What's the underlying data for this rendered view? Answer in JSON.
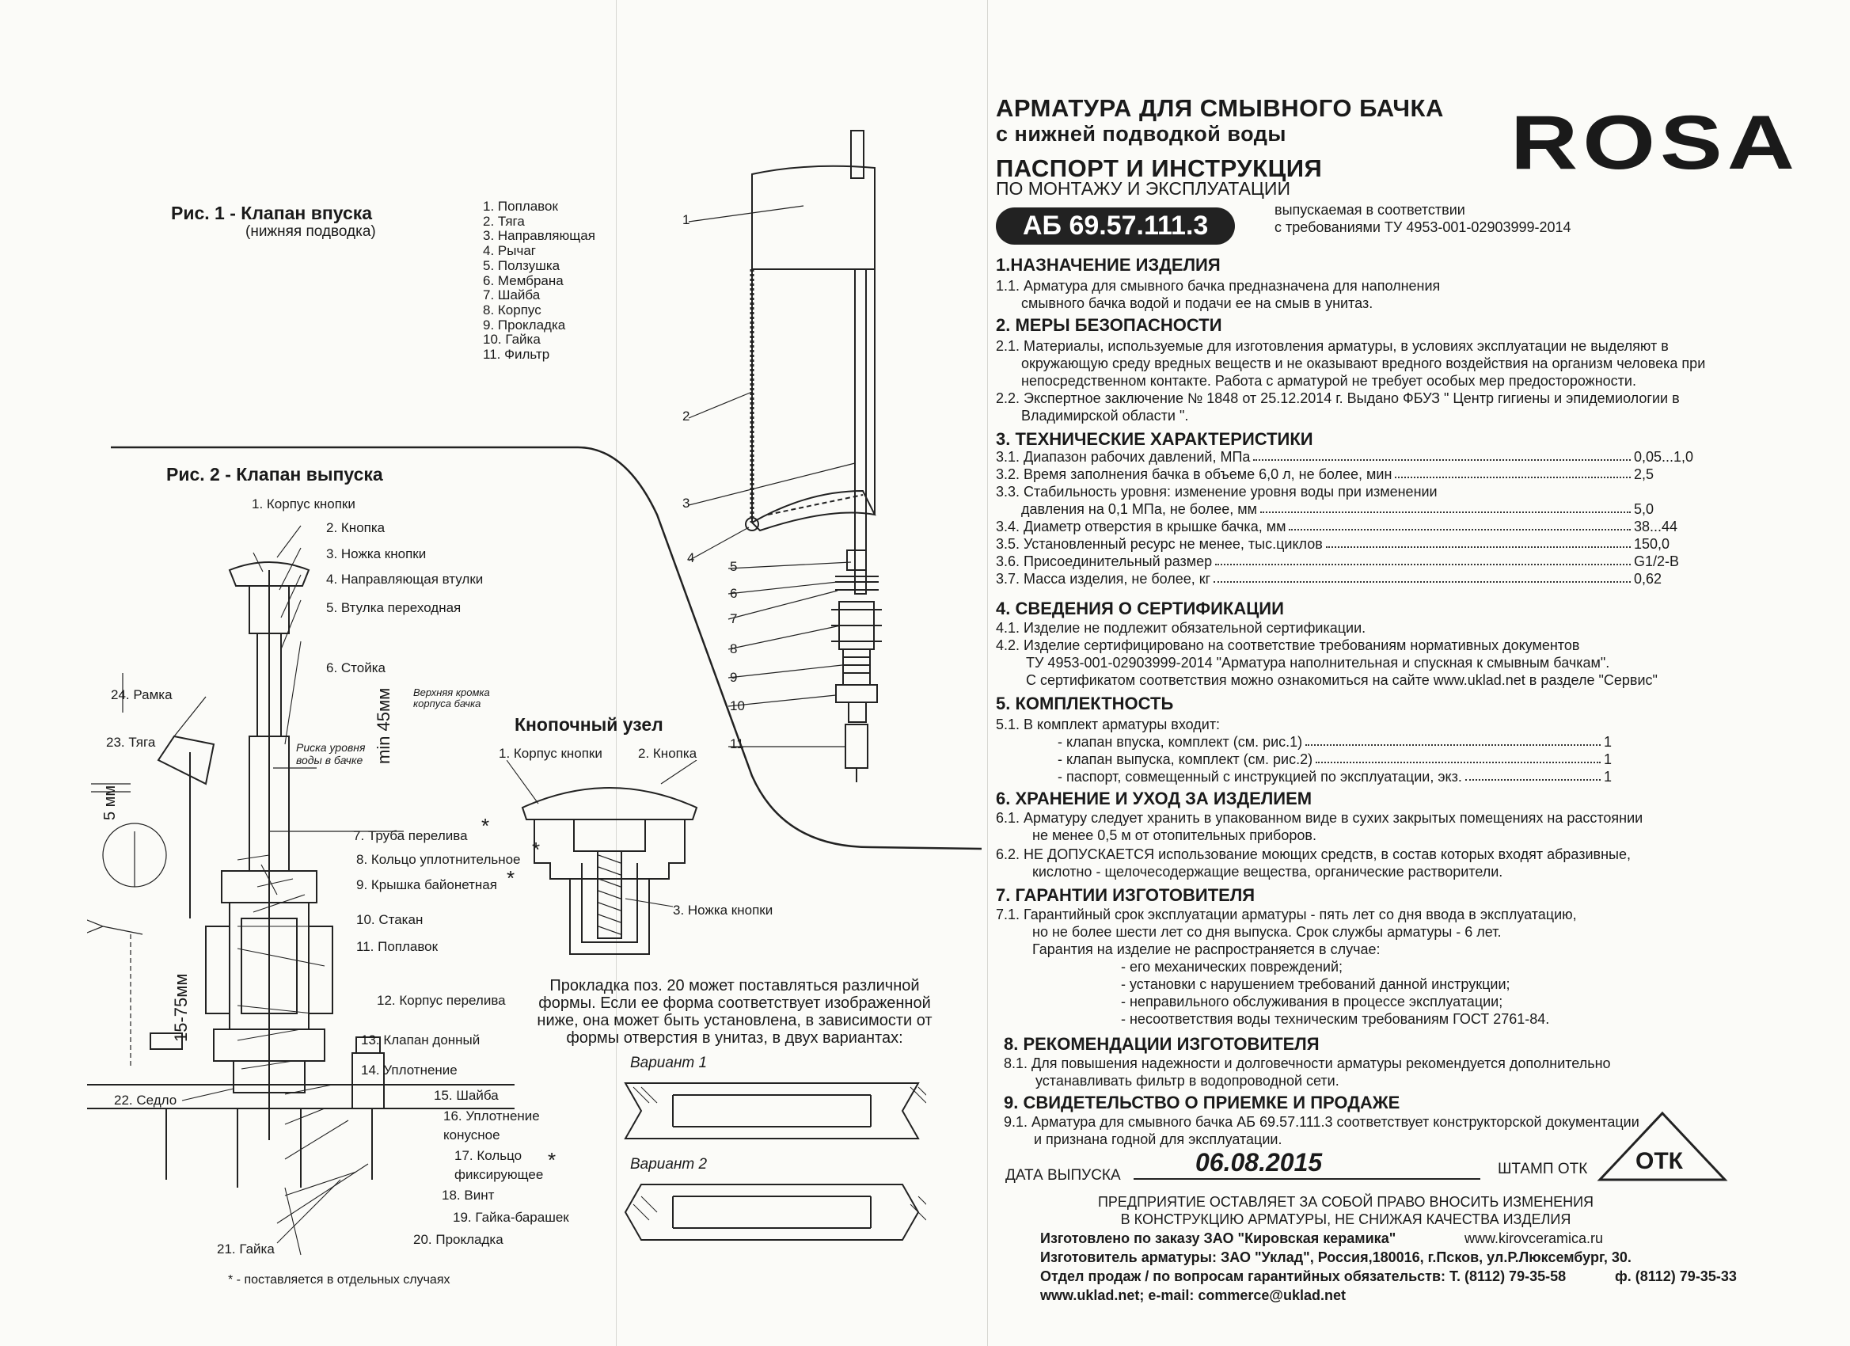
{
  "fig1": {
    "title": "Рис. 1 - Клапан впуска",
    "subtitle": "(нижняя подводка)",
    "parts": [
      "1. Поплавок",
      "2. Тяга",
      "3. Направляющая",
      "4. Рычаг",
      "5. Ползушка",
      "6. Мембрана",
      "7. Шайба",
      "8. Корпус",
      "9. Прокладка",
      "10. Гайка",
      "11. Фильтр"
    ],
    "callouts": [
      "1",
      "2",
      "3",
      "4",
      "5",
      "6",
      "7",
      "8",
      "9",
      "10",
      "11"
    ]
  },
  "fig2": {
    "title": "Рис. 2 - Клапан выпуска",
    "labels": [
      "1. Корпус кнопки",
      "2. Кнопка",
      "3. Ножка кнопки",
      "4. Направляющая втулки",
      "5. Втулка переходная",
      "6. Стойка",
      "24. Рамка",
      "23. Тяга",
      "7. Труба перелива",
      "8. Кольцо уплотнительное",
      "9. Крышка байонетная",
      "10. Стакан",
      "11. Поплавок",
      "12. Корпус перелива",
      "13. Клапан донный",
      "14. Уплотнение",
      "15. Шайба",
      "16. Уплотнение",
      "конусное",
      "17. Кольцо",
      "фиксирующее",
      "18. Винт",
      "19. Гайка-барашек",
      "20. Прокладка",
      "21. Гайка",
      "22. Седло"
    ],
    "dim_water": "Риска уровня воды в бачке",
    "dim_top": "Верхняя кромка корпуса бачка",
    "dim_min": "min 45мм",
    "dim_5": "5 мм",
    "dim_range": "15-75мм",
    "footnote": "* - поставляется в отдельных случаях",
    "star": "*"
  },
  "button_unit": {
    "title": "Кнопочный узел",
    "labels": [
      "1. Корпус кнопки",
      "2. Кнопка",
      "3. Ножка кнопки"
    ],
    "note": "Прокладка поз. 20 может поставляться различной формы. Если ее форма соответствует изображенной ниже, она может быть установлена, в зависимости от формы отверстия в унитаз, в двух вариантах:",
    "variant1": "Вариант 1",
    "variant2": "Вариант 2"
  },
  "header": {
    "title1": "АРМАТУРА ДЛЯ СМЫВНОГО БАЧКА",
    "title2": "с нижней подводкой воды",
    "title3": "ПАСПОРТ И ИНСТРУКЦИЯ",
    "title4": "ПО МОНТАЖУ И ЭКСПЛУАТАЦИИ",
    "logo": "ROSA",
    "code": "АБ 69.57.111.3",
    "spec_line1": "выпускаемая в соответствии",
    "spec_line2": "с требованиями ТУ 4953-001-02903999-2014"
  },
  "sections": {
    "s1": {
      "title": "1.НАЗНАЧЕНИЕ ИЗДЕЛИЯ",
      "l1": "1.1. Арматура для смывного бачка предназначена для наполнения",
      "l2": "смывного бачка водой и подачи ее на смыв в унитаз."
    },
    "s2": {
      "title": "2. МЕРЫ БЕЗОПАСНОСТИ",
      "l1": "2.1. Материалы, используемые для изготовления арматуры, в условиях эксплуатации не выделяют в",
      "l2": "окружающую среду вредных веществ и не оказывают вредного воздействия на организм человека при",
      "l3": "непосредственном контакте. Работа с арматурой не требует особых мер предосторожности.",
      "l4": "2.2. Экспертное заключение № 1848 от 25.12.2014 г. Выдано ФБУЗ \" Центр гигиены и эпидемиологии в",
      "l5": "Владимирской области \"."
    },
    "s3": {
      "title": "3. ТЕХНИЧЕСКИЕ ХАРАКТЕРИСТИКИ",
      "rows": [
        {
          "label": "3.1. Диапазон рабочих давлений, МПа",
          "value": "0,05...1,0"
        },
        {
          "label": "3.2. Время заполнения бачка в объеме 6,0 л, не более, мин",
          "value": "2,5"
        },
        {
          "label": "3.3. Стабильность уровня: изменение уровня воды при изменении",
          "value": ""
        },
        {
          "label": "давления на 0,1 МПа, не более, мм",
          "value": "5,0"
        },
        {
          "label": "3.4. Диаметр отверстия в крышке бачка, мм",
          "value": "38...44"
        },
        {
          "label": "3.5. Установленный ресурс не менее, тыс.циклов",
          "value": "150,0"
        },
        {
          "label": "3.6. Присоединительный размер",
          "value": "G1/2-B"
        },
        {
          "label": "3.7. Масса изделия, не более, кг",
          "value": "0,62"
        }
      ]
    },
    "s4": {
      "title": "4. СВЕДЕНИЯ О СЕРТИФИКАЦИИ",
      "l1": "4.1. Изделие не подлежит обязательной сертификации.",
      "l2": "4.2. Изделие сертифицировано на соответствие требованиям нормативных документов",
      "l3": "ТУ 4953-001-02903999-2014 \"Арматура наполнительная и спускная к смывным бачкам\".",
      "l4": "С сертификатом соответствия можно ознакомиться на сайте www.uklad.net в разделе \"Сервис\""
    },
    "s5": {
      "title": "5. КОМПЛЕКТНОСТЬ",
      "l1": "5.1. В комплект арматуры входит:",
      "rows": [
        {
          "label": "- клапан впуска, комплект (см. рис.1)",
          "value": "1"
        },
        {
          "label": "- клапан выпуска, комплект (см. рис.2)",
          "value": "1"
        },
        {
          "label": "- паспорт, совмещенный с инструкцией по эксплуатации, экз.",
          "value": "1"
        }
      ]
    },
    "s6": {
      "title": "6. ХРАНЕНИЕ И УХОД ЗА ИЗДЕЛИЕМ",
      "l1": "6.1. Арматуру следует хранить в упакованном виде в сухих закрытых помещениях на расстоянии",
      "l2": "не менее 0,5 м от отопительных приборов.",
      "l3": "6.2. НЕ ДОПУСКАЕТСЯ использование моющих средств, в состав которых входят абразивные,",
      "l4": "кислотно - щелочесодержащие вещества, органические растворители."
    },
    "s7": {
      "title": "7. ГАРАНТИИ ИЗГОТОВИТЕЛЯ",
      "l1": "7.1. Гарантийный срок эксплуатации арматуры - пять лет со дня ввода в эксплуатацию,",
      "l2": "но не более шести лет со дня выпуска. Срок службы арматуры - 6 лет.",
      "l3": "Гарантия на изделие не распространяется в случае:",
      "b1": "- его механических повреждений;",
      "b2": "- установки с нарушением требований данной инструкции;",
      "b3": "- неправильного обслуживания в процессе эксплуатации;",
      "b4": "- несоответствия воды техническим требованиям ГОСТ 2761-84."
    },
    "s8": {
      "title": "8. РЕКОМЕНДАЦИИ ИЗГОТОВИТЕЛЯ",
      "l1": "8.1. Для повышения надежности и долговечности арматуры рекомендуется дополнительно",
      "l2": "устанавливать фильтр в водопроводной сети."
    },
    "s9": {
      "title": "9. СВИДЕТЕЛЬСТВО О ПРИЕМКЕ И ПРОДАЖЕ",
      "l1": "9.1. Арматура для смывного бачка АБ 69.57.111.3 соответствует конструкторской документации",
      "l2": "и признана годной для эксплуатации."
    }
  },
  "stamp": {
    "date_label": "ДАТА ВЫПУСКА",
    "date_value": "06.08.2015",
    "stamp_label": "ШТАМП ОТК",
    "stamp_text": "ОТК"
  },
  "footer": {
    "l1": "ПРЕДПРИЯТИЕ ОСТАВЛЯЕТ ЗА СОБОЙ ПРАВО ВНОСИТЬ ИЗМЕНЕНИЯ",
    "l2": "В КОНСТРУКЦИЮ АРМАТУРЫ, НЕ СНИЖАЯ КАЧЕСТВА ИЗДЕЛИЯ",
    "l3a": "Изготовлено по заказу ЗАО \"Кировская керамика\"",
    "l3b": "www.kirovceramica.ru",
    "l4": "Изготовитель арматуры: ЗАО \"Уклад\", Россия,180016, г.Псков, ул.Р.Люксембург, 30.",
    "l5a": "Отдел продаж / по вопросам гарантийных обязательств: Т. (8112) 79-35-58",
    "l5b": "ф. (8112) 79-35-33",
    "l6": "www.uklad.net; e-mail: commerce@uklad.net"
  }
}
